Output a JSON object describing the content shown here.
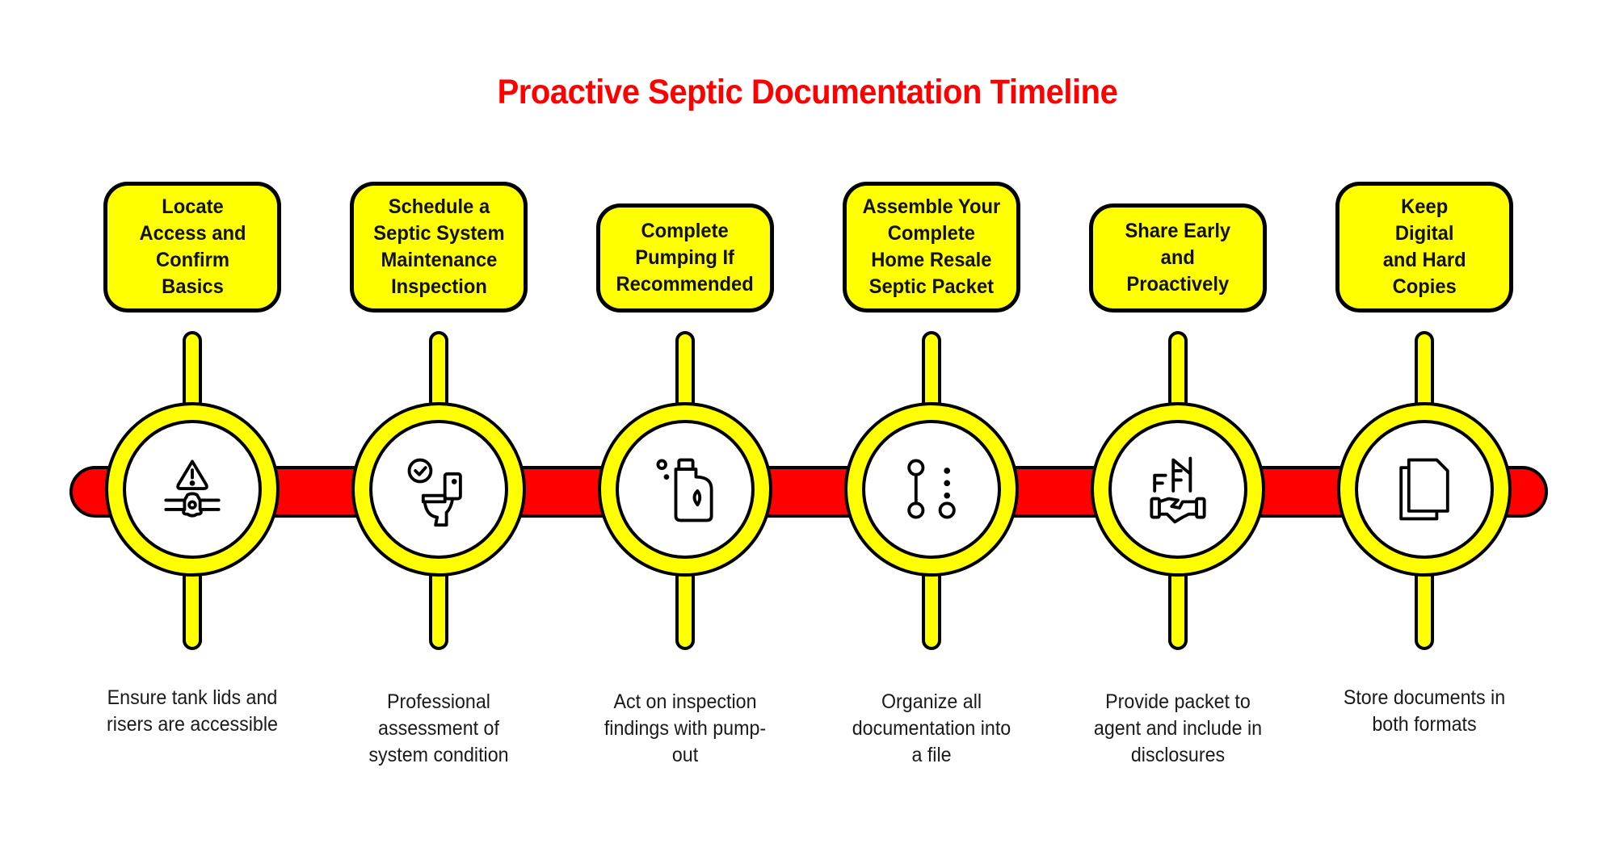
{
  "title": "Proactive Septic Documentation Timeline",
  "colors": {
    "title": "#ff0000",
    "bar": "#ff0000",
    "ring": "#ffff00",
    "box": "#ffff00",
    "outline": "#000000"
  },
  "steps": [
    {
      "title": "Locate\nAccess and\nConfirm\nBasics",
      "description": "Ensure tank lids and\nrisers are accessible",
      "icon": "warning-valve-icon"
    },
    {
      "title": "Schedule a\nSeptic System\nMaintenance\nInspection",
      "description": "Professional\nassessment of\nsystem condition",
      "icon": "toilet-check-icon"
    },
    {
      "title": "Complete\nPumping If\nRecommended",
      "description": "Act on inspection\nfindings with pump-\nout",
      "icon": "cleaner-bottle-icon"
    },
    {
      "title": "Assemble Your\nComplete\nHome Resale\nSeptic Packet",
      "description": "Organize all\ndocumentation into\na file",
      "icon": "connection-nodes-icon"
    },
    {
      "title": "Share Early\nand\nProactively",
      "description": "Provide packet to\nagent and include in\ndisclosures",
      "icon": "building-handshake-icon"
    },
    {
      "title": "Keep\nDigital\nand Hard\nCopies",
      "description": "Store documents in\nboth formats",
      "icon": "documents-copy-icon"
    }
  ]
}
